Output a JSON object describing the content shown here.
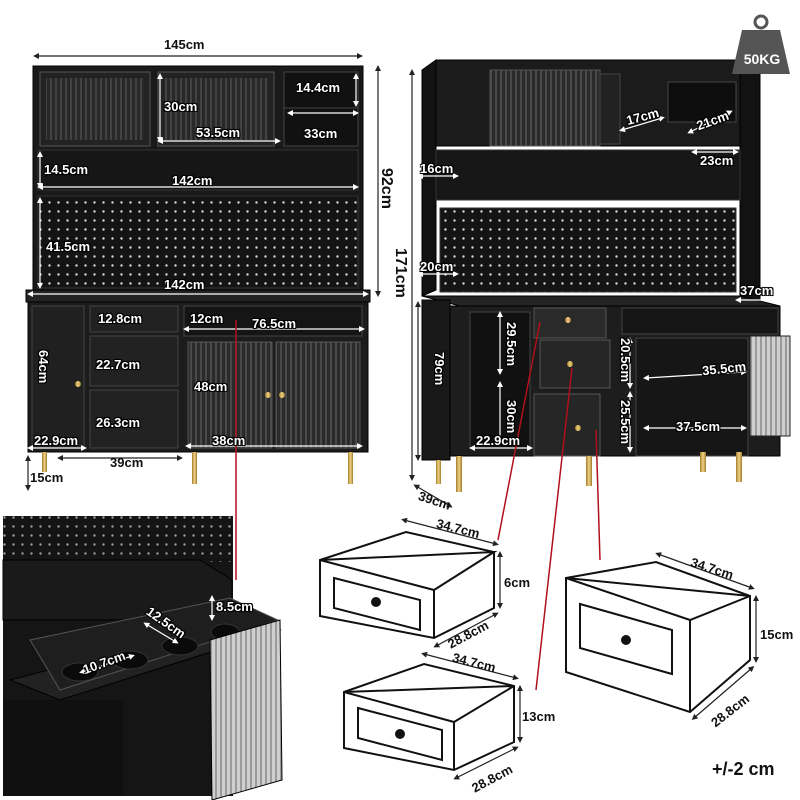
{
  "weight_badge": {
    "label": "50KG",
    "icon": "weight-icon"
  },
  "tolerance_note": "+/-2 cm",
  "front_view": {
    "overall_width": "145cm",
    "top_door_height": "30cm",
    "top_door_width": "53.5cm",
    "top_right_compartment_height": "14.4cm",
    "top_right_compartment_width": "33cm",
    "shelf_height": "14.5cm",
    "shelf_width": "142cm",
    "hutch_height": "92cm",
    "pegboard_height": "41.5cm",
    "countertop_width": "142cm",
    "side_cabinet_height": "64cm",
    "side_cabinet_width": "22.9cm",
    "drawer_small_height": "12.8cm",
    "drawer_medium_height": "22.7cm",
    "drawer_large_height": "26.3cm",
    "wine_rack_height": "12cm",
    "wine_rack_width": "76.5cm",
    "door_cabinet_height": "48cm",
    "door_cabinet_width": "38cm",
    "depth": "39cm",
    "leg_height": "15cm"
  },
  "side_view": {
    "total_height": "171cm",
    "cubby_height": "17cm",
    "cup_holder_height": "21cm",
    "cup_holder_width": "23cm",
    "top_shelf_depth": "16cm",
    "pegboard_depth": "20cm",
    "wine_rack_depth": "37cm",
    "base_height": "79cm",
    "left_drawer_height": "29.5cm",
    "left_lower_height": "30cm",
    "left_width": "22.9cm",
    "mid_drawer_height": "20.5cm",
    "low_drawer_height": "25.5cm",
    "right_shelf_width": "35.5cm",
    "right_bottom_width": "37.5cm",
    "depth": "39cm"
  },
  "detail": {
    "rack_height": "8.5cm",
    "slot_width": "12.5cm",
    "slot_depth": "10.7cm"
  },
  "drawers": [
    {
      "width": "34.7cm",
      "height": "6cm",
      "depth": "28.8cm"
    },
    {
      "width": "34.7cm",
      "height": "13cm",
      "depth": "28.8cm"
    },
    {
      "width": "34.7cm",
      "height": "15cm",
      "depth": "28.8cm"
    }
  ],
  "colors": {
    "cabinet": "#1b1b1b",
    "trim": "#2c2c2c",
    "gold": "#c9a24a",
    "pointer": "#b0101b"
  }
}
